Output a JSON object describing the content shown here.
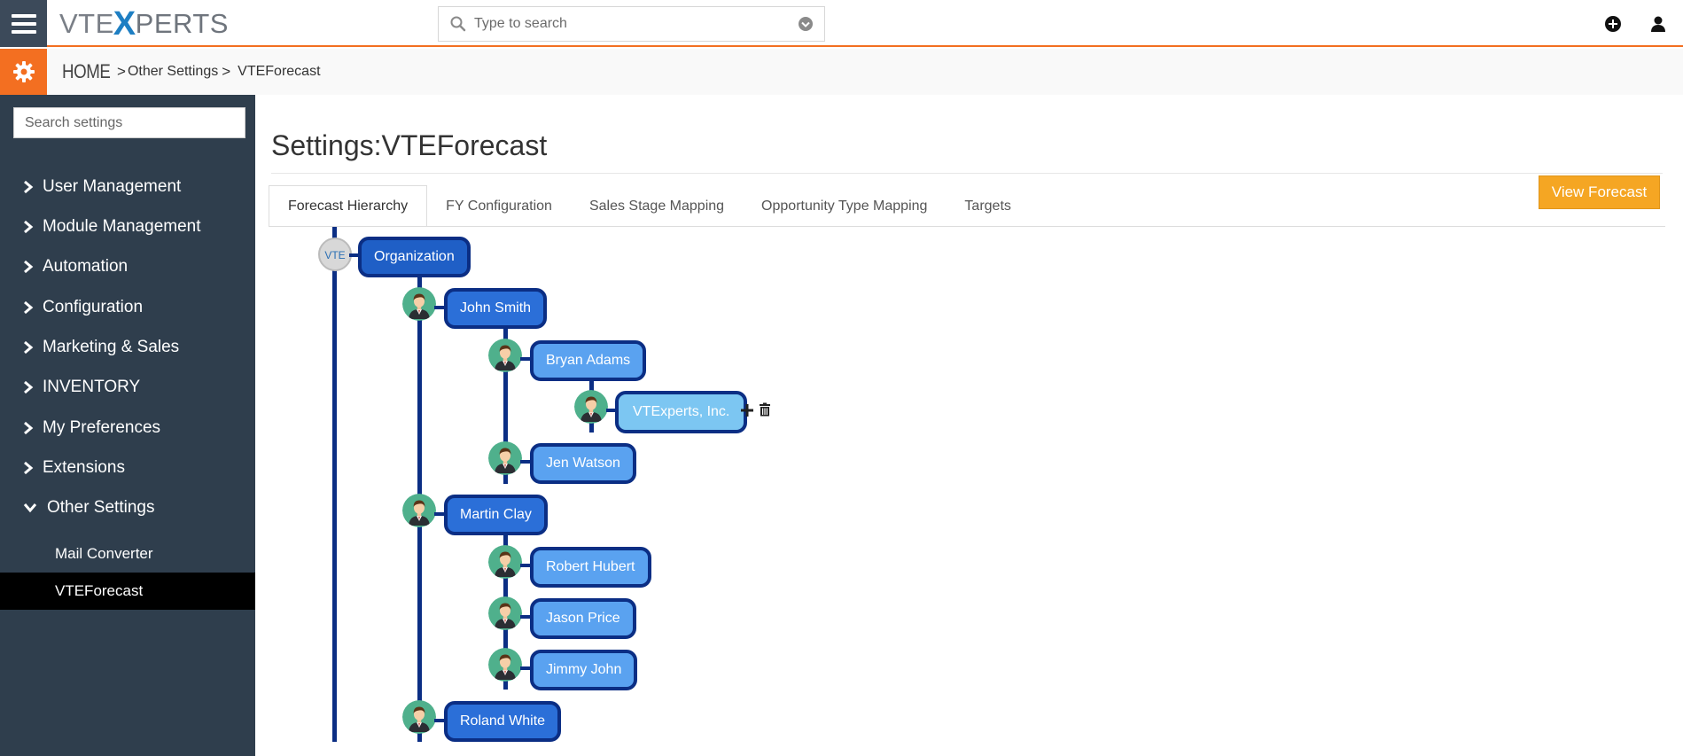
{
  "brand": {
    "logo_left": "VTE",
    "logo_x": "X",
    "logo_right": "PERTS"
  },
  "search": {
    "placeholder": "Type to search"
  },
  "breadcrumb": {
    "home": "HOME",
    "level1": "Other Settings",
    "level2": "VTEForecast"
  },
  "sidebar": {
    "search_placeholder": "Search settings",
    "items": [
      {
        "label": "User Management"
      },
      {
        "label": "Module Management"
      },
      {
        "label": "Automation"
      },
      {
        "label": "Configuration"
      },
      {
        "label": "Marketing & Sales"
      },
      {
        "label": "INVENTORY"
      },
      {
        "label": "My Preferences"
      },
      {
        "label": "Extensions"
      },
      {
        "label": "Other Settings"
      }
    ],
    "subitems": [
      {
        "label": "Mail Converter"
      },
      {
        "label": "VTEForecast"
      }
    ]
  },
  "page": {
    "title": "Settings:VTEForecast"
  },
  "tabs": [
    {
      "label": "Forecast Hierarchy"
    },
    {
      "label": "FY Configuration"
    },
    {
      "label": "Sales Stage Mapping"
    },
    {
      "label": "Opportunity Type Mapping"
    },
    {
      "label": "Targets"
    }
  ],
  "actions": {
    "view_forecast": "View Forecast"
  },
  "hierarchy": {
    "root": "Organization",
    "nodes": [
      {
        "name": "John Smith"
      },
      {
        "name": "Bryan Adams"
      },
      {
        "name": "VTExperts, Inc."
      },
      {
        "name": "Jen Watson"
      },
      {
        "name": "Martin Clay"
      },
      {
        "name": "Robert Hubert"
      },
      {
        "name": "Jason Price"
      },
      {
        "name": "Jimmy John"
      },
      {
        "name": "Roland White"
      }
    ]
  },
  "colors": {
    "accent": "#f36f21",
    "sidebar": "#2f3e4d",
    "tree_line": "#0b2e84",
    "button": "#f5a623"
  }
}
